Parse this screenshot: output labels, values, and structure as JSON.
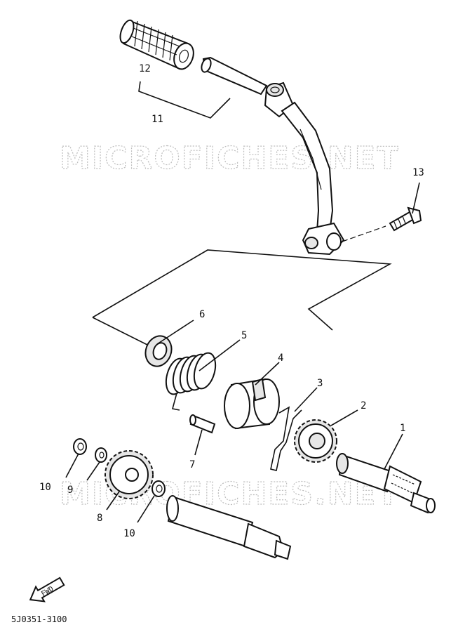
{
  "watermark": "MICROFICHES.NET",
  "part_code": "5J0351-3100",
  "fwd_label": "FWD",
  "callouts": {
    "p1": "1",
    "p2": "2",
    "p3": "3",
    "p4": "4",
    "p5": "5",
    "p6": "6",
    "p7": "7",
    "p8": "8",
    "p9": "9",
    "p10a": "10",
    "p10b": "10",
    "p11": "11",
    "p12": "12",
    "p13": "13"
  }
}
